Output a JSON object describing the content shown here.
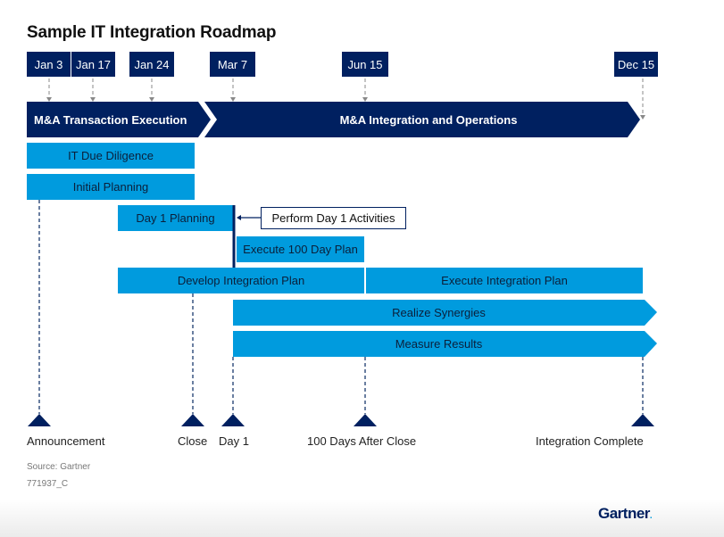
{
  "title": "Sample IT Integration Roadmap",
  "dates": [
    "Jan 3",
    "Jan 17",
    "Jan 24",
    "Mar 7",
    "Jun 15",
    "Dec 15"
  ],
  "phases": {
    "transaction": "M&A Transaction Execution",
    "integration": "M&A Integration and Operations"
  },
  "activities": {
    "it_due_diligence": "IT Due Diligence",
    "initial_planning": "Initial Planning",
    "day1_planning": "Day 1 Planning",
    "perform_day1": "Perform Day 1 Activities",
    "execute_100_day": "Execute 100 Day Plan",
    "develop_integration": "Develop Integration Plan",
    "execute_integration": "Execute Integration Plan",
    "realize_synergies": "Realize Synergies",
    "measure_results": "Measure Results"
  },
  "milestones": [
    "Announcement",
    "Close",
    "Day 1",
    "100 Days After Close",
    "Integration Complete"
  ],
  "footer": {
    "source": "Source: Gartner",
    "doc_id": "771937_C",
    "logo": "Gartner",
    "logo_dot": "."
  },
  "colors": {
    "navy": "#002060",
    "blue": "#009bde"
  }
}
